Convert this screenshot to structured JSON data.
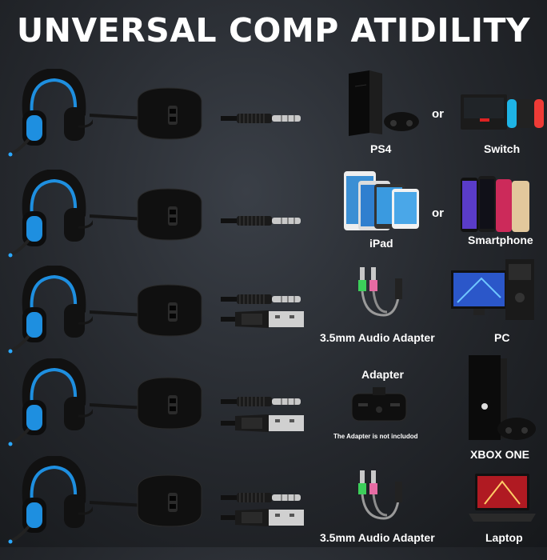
{
  "title": "UNVERSAL COMP ATIDILITY",
  "colors": {
    "accent_blue": "#1e8fe0",
    "background": "#24272c",
    "text": "#ffffff"
  },
  "rows": [
    {
      "devices": [
        {
          "label": "PS4"
        },
        {
          "label": "Switch"
        }
      ],
      "separator": "or"
    },
    {
      "devices": [
        {
          "label": "iPad"
        },
        {
          "label": "Smartphone"
        }
      ],
      "separator": "or"
    },
    {
      "devices": [
        {
          "label": "3.5mm Audio Adapter"
        },
        {
          "label": "PC"
        }
      ]
    },
    {
      "devices": [
        {
          "label": "Adapter",
          "note": "The Adapter is not includod"
        },
        {
          "label": "XBOX ONE"
        }
      ]
    },
    {
      "devices": [
        {
          "label": "3.5mm Audio Adapter"
        },
        {
          "label": "Laptop"
        }
      ]
    }
  ]
}
